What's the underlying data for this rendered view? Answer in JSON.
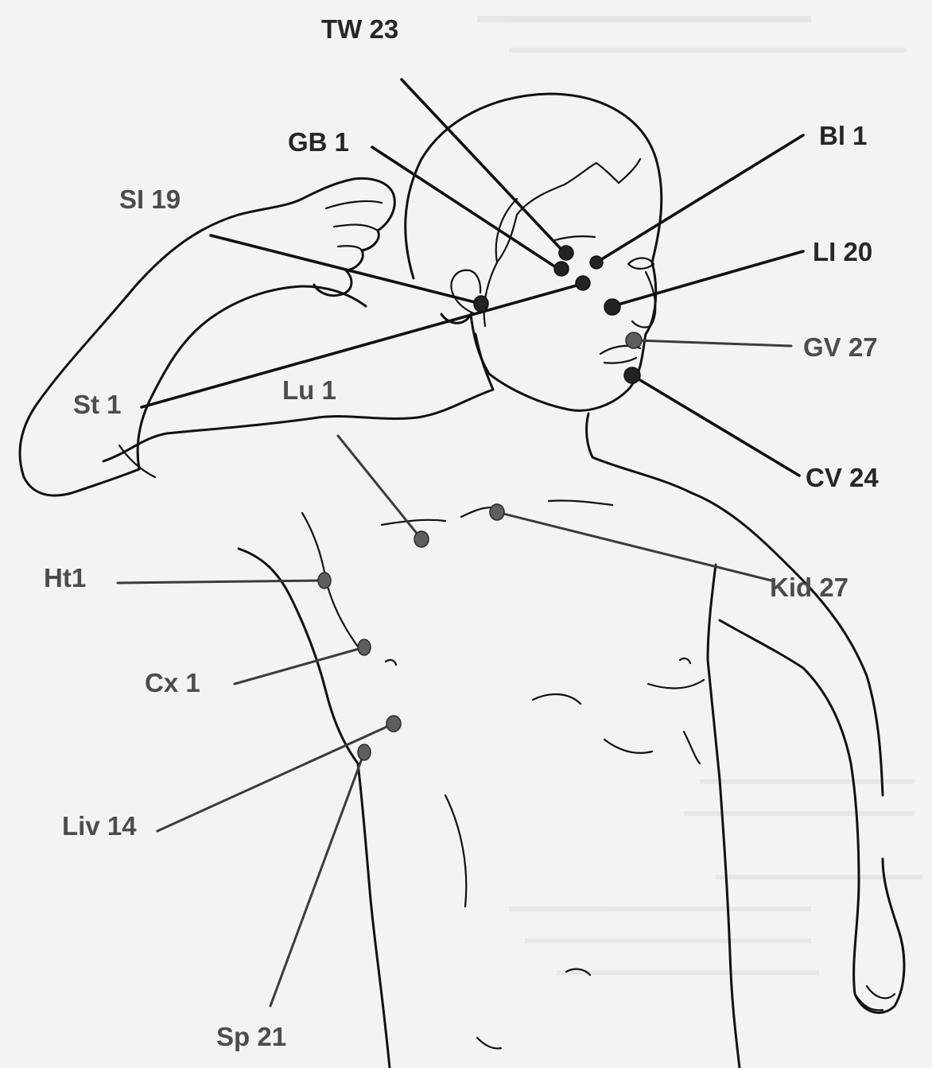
{
  "diagram": {
    "labels": {
      "tw23": "TW 23",
      "gb1": "GB 1",
      "si19": "SI 19",
      "bl1": "Bl 1",
      "li20": "LI 20",
      "gv27": "GV 27",
      "st1": "St 1",
      "lu1": "Lu 1",
      "cv24": "CV 24",
      "ht1": "Ht1",
      "kid27": "Kid 27",
      "cx1": "Cx 1",
      "liv14": "Liv 14",
      "sp21": "Sp 21"
    },
    "colors": {
      "ink": "#111111",
      "label": "#4c4c4c",
      "point": "#5e5e5e",
      "paper": "#f4f3f1"
    }
  }
}
